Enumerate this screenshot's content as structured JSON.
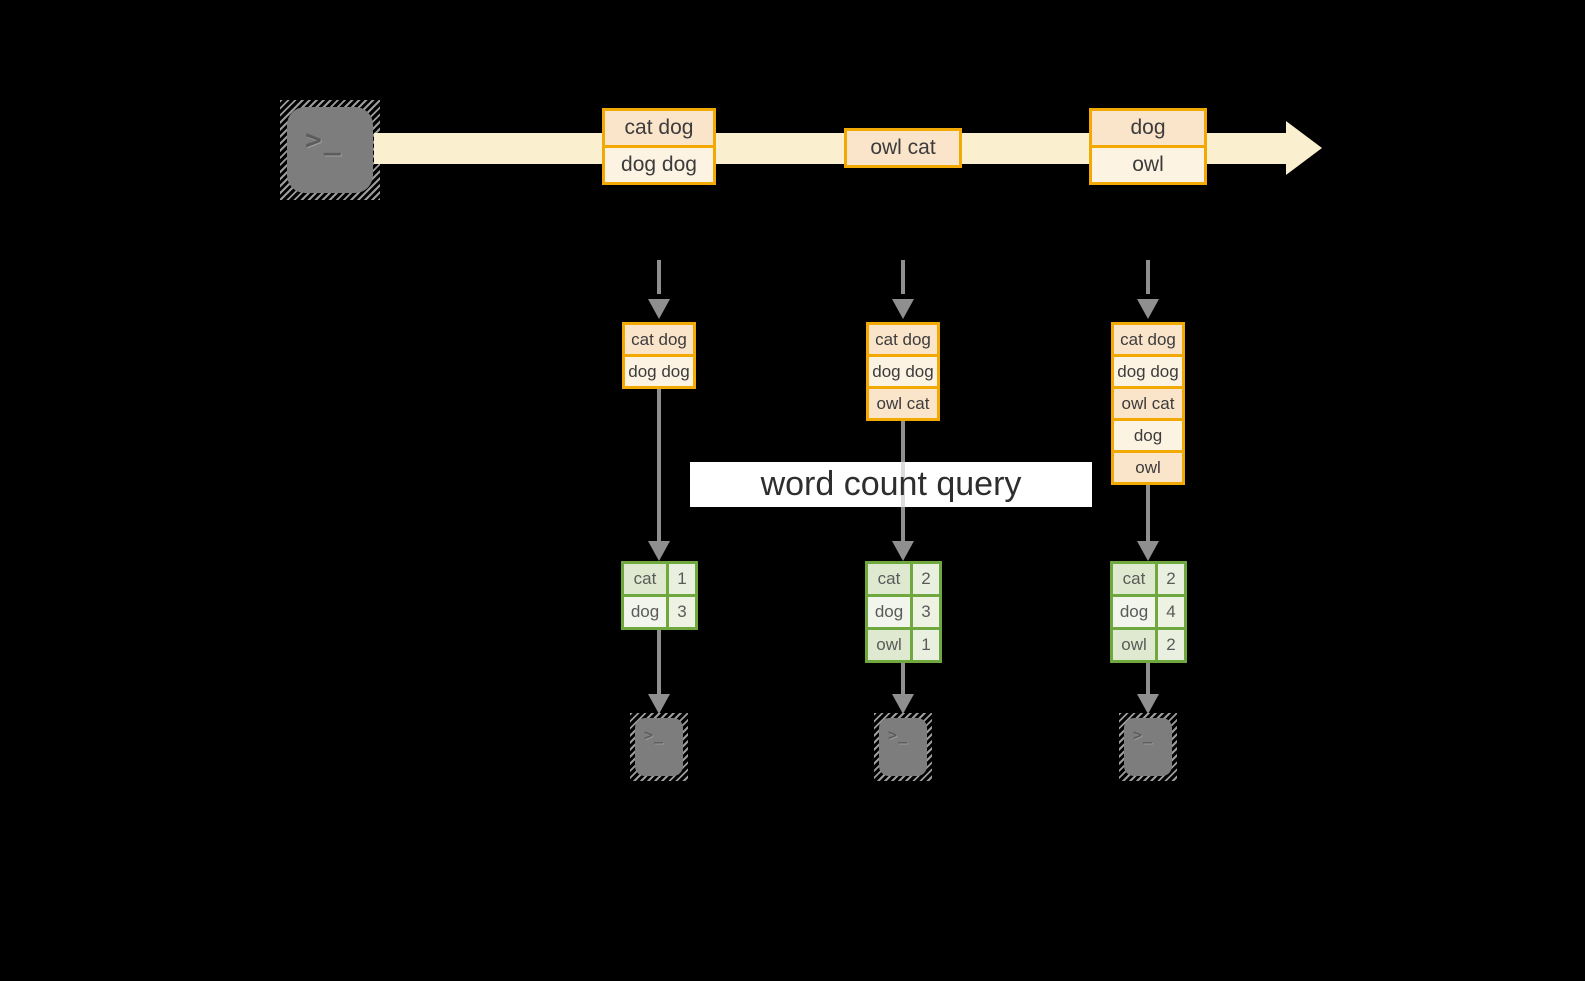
{
  "title": {
    "label": "word count query"
  },
  "icons": {
    "prompt": ">_"
  },
  "stream": {
    "batches": [
      {
        "items": [
          "cat dog",
          "dog dog"
        ]
      },
      {
        "items": [
          "owl cat"
        ]
      },
      {
        "items": [
          "dog",
          "owl"
        ]
      }
    ]
  },
  "columns": [
    {
      "buffer": [
        "cat dog",
        "dog dog"
      ],
      "counts": [
        {
          "word": "cat",
          "n": "1"
        },
        {
          "word": "dog",
          "n": "3"
        }
      ]
    },
    {
      "buffer": [
        "cat dog",
        "dog dog",
        "owl cat"
      ],
      "counts": [
        {
          "word": "cat",
          "n": "2"
        },
        {
          "word": "dog",
          "n": "3"
        },
        {
          "word": "owl",
          "n": "1"
        }
      ]
    },
    {
      "buffer": [
        "cat dog",
        "dog dog",
        "owl cat",
        "dog",
        "owl"
      ],
      "counts": [
        {
          "word": "cat",
          "n": "2"
        },
        {
          "word": "dog",
          "n": "4"
        },
        {
          "word": "owl",
          "n": "2"
        }
      ]
    }
  ],
  "colors": {
    "background": "#000000",
    "stream_band": "#FAF0CF",
    "orange_border": "#F2A904",
    "peach_fill": "#FAE4CA",
    "cream_fill": "#FDF3E3",
    "green_border": "#6FA83F",
    "green_cell": "#DFE9CF",
    "green_cell_light": "#F2F5EC",
    "arrow_gray": "#8F8F8F",
    "label_background": "#FFFFFF"
  }
}
